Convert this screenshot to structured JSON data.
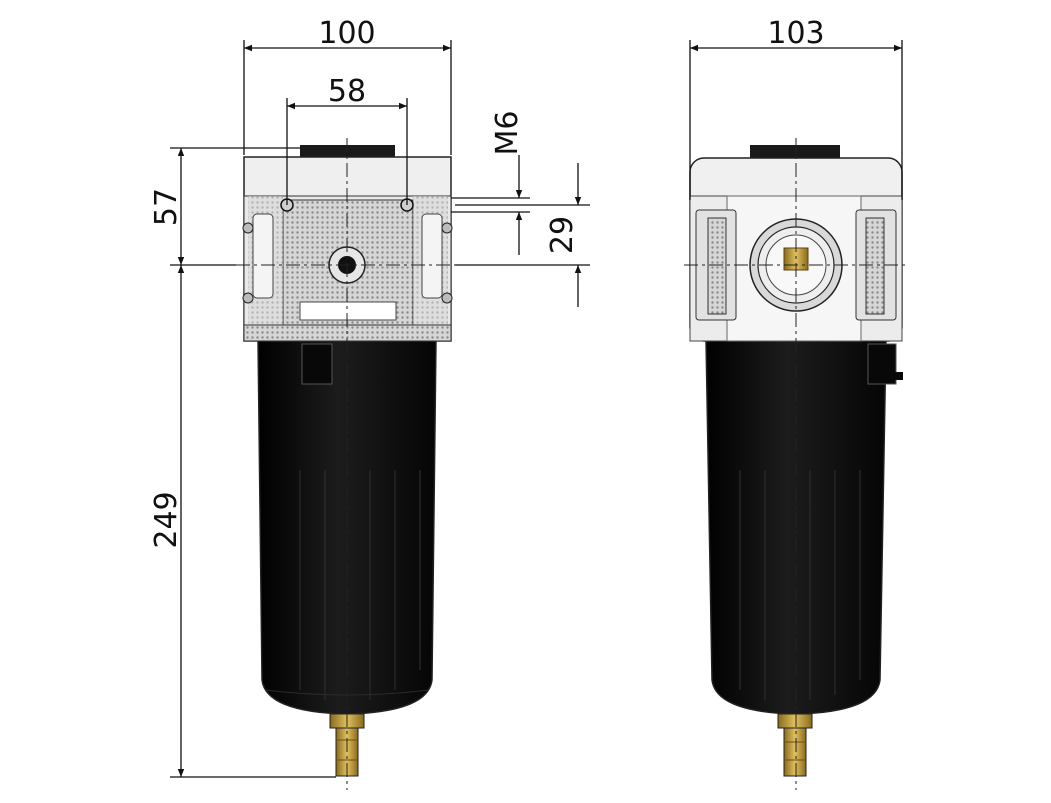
{
  "dimensions": {
    "front_width": "100",
    "port_spacing": "58",
    "thread": "M6",
    "head_height": "57",
    "mount_height": "29",
    "total_height": "249",
    "side_width": "103"
  },
  "colors": {
    "body": "#eeeeee",
    "bowl": "#0e0e0e",
    "brass": "#c9a544",
    "knurl": "#b9b9b9",
    "line": "#111111"
  }
}
